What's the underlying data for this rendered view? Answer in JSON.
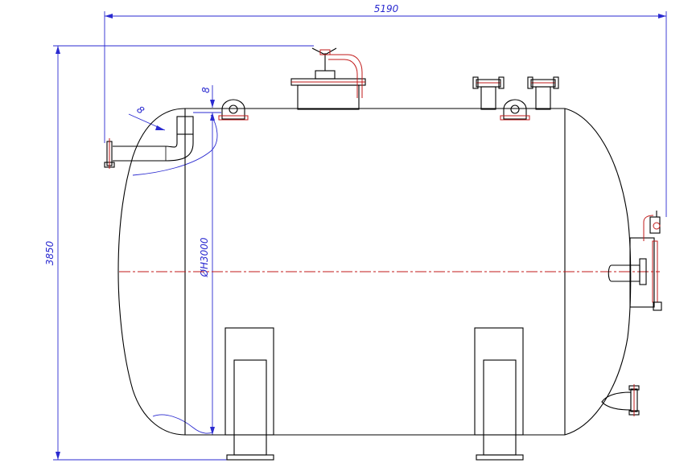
{
  "dimensions": {
    "overall_length": "5190",
    "overall_height": "3850",
    "outer_diameter": "ØН3000",
    "wall_thickness": "8",
    "head_thickness": "8"
  },
  "colors": {
    "dimension": "#2a2ad0",
    "axis": "#c21a1a",
    "outline": "#000000"
  }
}
